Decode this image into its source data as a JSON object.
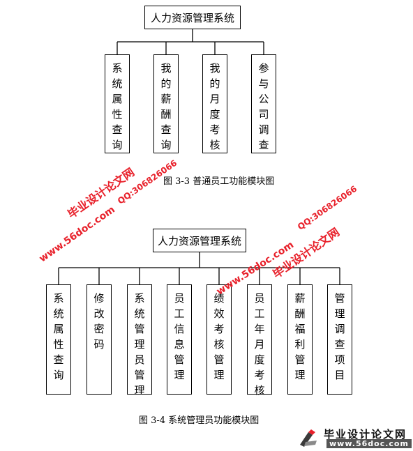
{
  "diagram1": {
    "root": "人力资源管理系统",
    "leaves": [
      "系统属性查询",
      "我的薪酬查询",
      "我的月度考核",
      "参与公司调查"
    ],
    "caption": "图 3-3  普通员工功能模块图"
  },
  "diagram2": {
    "root": "人力资源管理系统",
    "leaves": [
      "系统属性查询",
      "修改密码",
      "系统管理员管理",
      "员工信息管理",
      "绩效考核管理",
      "员工年月度考核",
      "薪酬福利管理",
      "管理调查项目"
    ],
    "caption": "图 3-4  系统管理员功能模块图"
  },
  "watermarks": {
    "site_name": "毕业设计论文网",
    "url": "www.56doc.com",
    "qq": "QQ:306826066"
  },
  "footer_logo": {
    "title": "毕业设计论文网",
    "url": "www.56doc.com"
  },
  "colors": {
    "watermark": "#e8202a",
    "line": "#000000"
  }
}
